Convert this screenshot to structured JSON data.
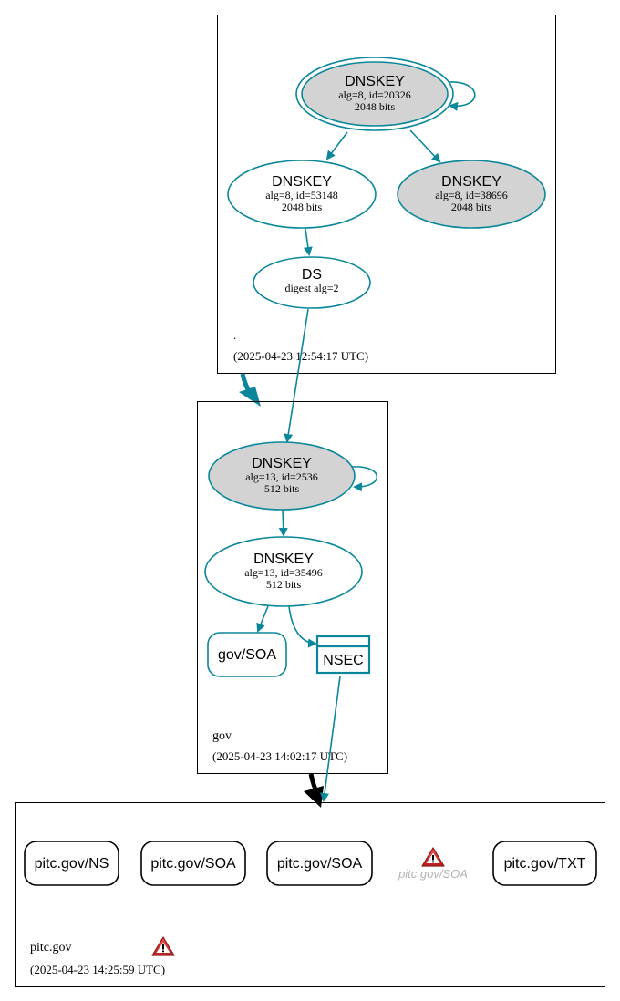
{
  "colors": {
    "teal": "#0a879a",
    "key_fill_trusted": "#d3d3d3",
    "warning": "#c62828",
    "muted_text": "#b3b3b3",
    "black": "#000000"
  },
  "zones": {
    "root": {
      "name": ".",
      "timestamp": "(2025-04-23 12:54:17 UTC)",
      "nodes": {
        "ksk": {
          "title": "DNSKEY",
          "line1": "alg=8, id=20326",
          "line2": "2048 bits"
        },
        "zsk_a": {
          "title": "DNSKEY",
          "line1": "alg=8, id=53148",
          "line2": "2048 bits"
        },
        "zsk_b": {
          "title": "DNSKEY",
          "line1": "alg=8, id=38696",
          "line2": "2048 bits"
        },
        "ds": {
          "title": "DS",
          "line1": "digest alg=2"
        }
      }
    },
    "gov": {
      "name": "gov",
      "timestamp": "(2025-04-23 14:02:17 UTC)",
      "nodes": {
        "ksk": {
          "title": "DNSKEY",
          "line1": "alg=13, id=2536",
          "line2": "512 bits"
        },
        "zsk": {
          "title": "DNSKEY",
          "line1": "alg=13, id=35496",
          "line2": "512 bits"
        },
        "soa": {
          "label": "gov/SOA"
        },
        "nsec": {
          "label": "NSEC"
        }
      }
    },
    "pitc": {
      "name": "pitc.gov",
      "timestamp": "(2025-04-23 14:25:59 UTC)",
      "records": [
        {
          "label": "pitc.gov/NS"
        },
        {
          "label": "pitc.gov/SOA"
        },
        {
          "label": "pitc.gov/SOA"
        },
        {
          "label": "pitc.gov/SOA",
          "status": "warning"
        },
        {
          "label": "pitc.gov/TXT"
        }
      ]
    }
  },
  "icons": {
    "warning": "warning-triangle-icon"
  }
}
